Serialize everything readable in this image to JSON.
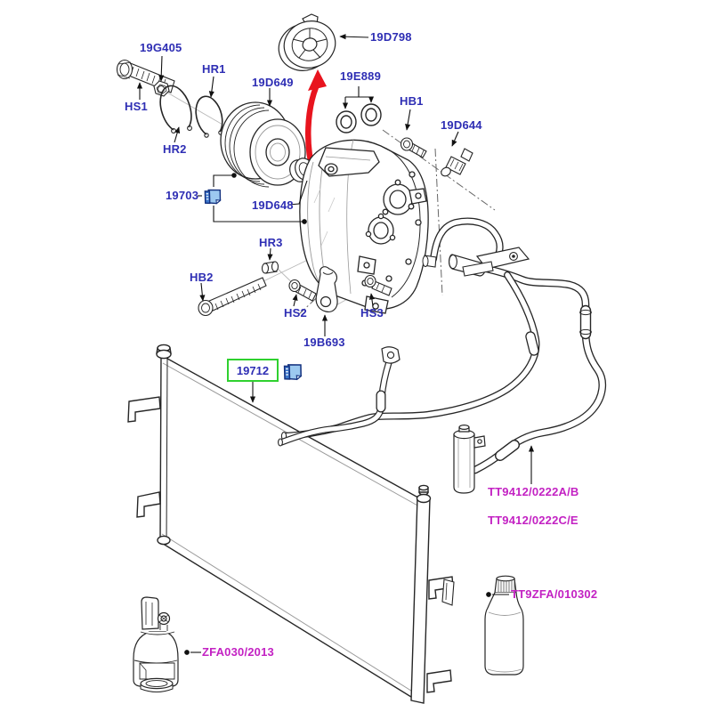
{
  "diagram": {
    "type": "exploded-parts-diagram",
    "subject": "air-conditioning compressor, hoses and condenser",
    "labels": {
      "g405": "19G405",
      "hs1": "HS1",
      "hr1": "HR1",
      "hr2": "HR2",
      "d649": "19D649",
      "d798": "19D798",
      "e889": "19E889",
      "hb1": "HB1",
      "d644": "19D644",
      "p703": "19703",
      "d648": "19D648",
      "hr3": "HR3",
      "hb2": "HB2",
      "hs2": "HS2",
      "hs3": "HS3",
      "b693": "19B693",
      "p712": "19712",
      "hose_ab": "TT9412/0222A/B",
      "hose_ce": "TT9412/0222C/E",
      "oil": "TT9ZFA/010302",
      "refrigerant": "ZFA030/2013"
    },
    "icons": {
      "clip1": "attachment-clip-icon",
      "clip2": "attachment-clip-icon"
    },
    "colors": {
      "label_blue": "#2e2eb4",
      "label_magenta": "#c322c3",
      "highlight_green": "#2fd12f",
      "arrow_red": "#e8141e",
      "clip_blue": "#9cc9f0",
      "line": "#262626"
    }
  }
}
